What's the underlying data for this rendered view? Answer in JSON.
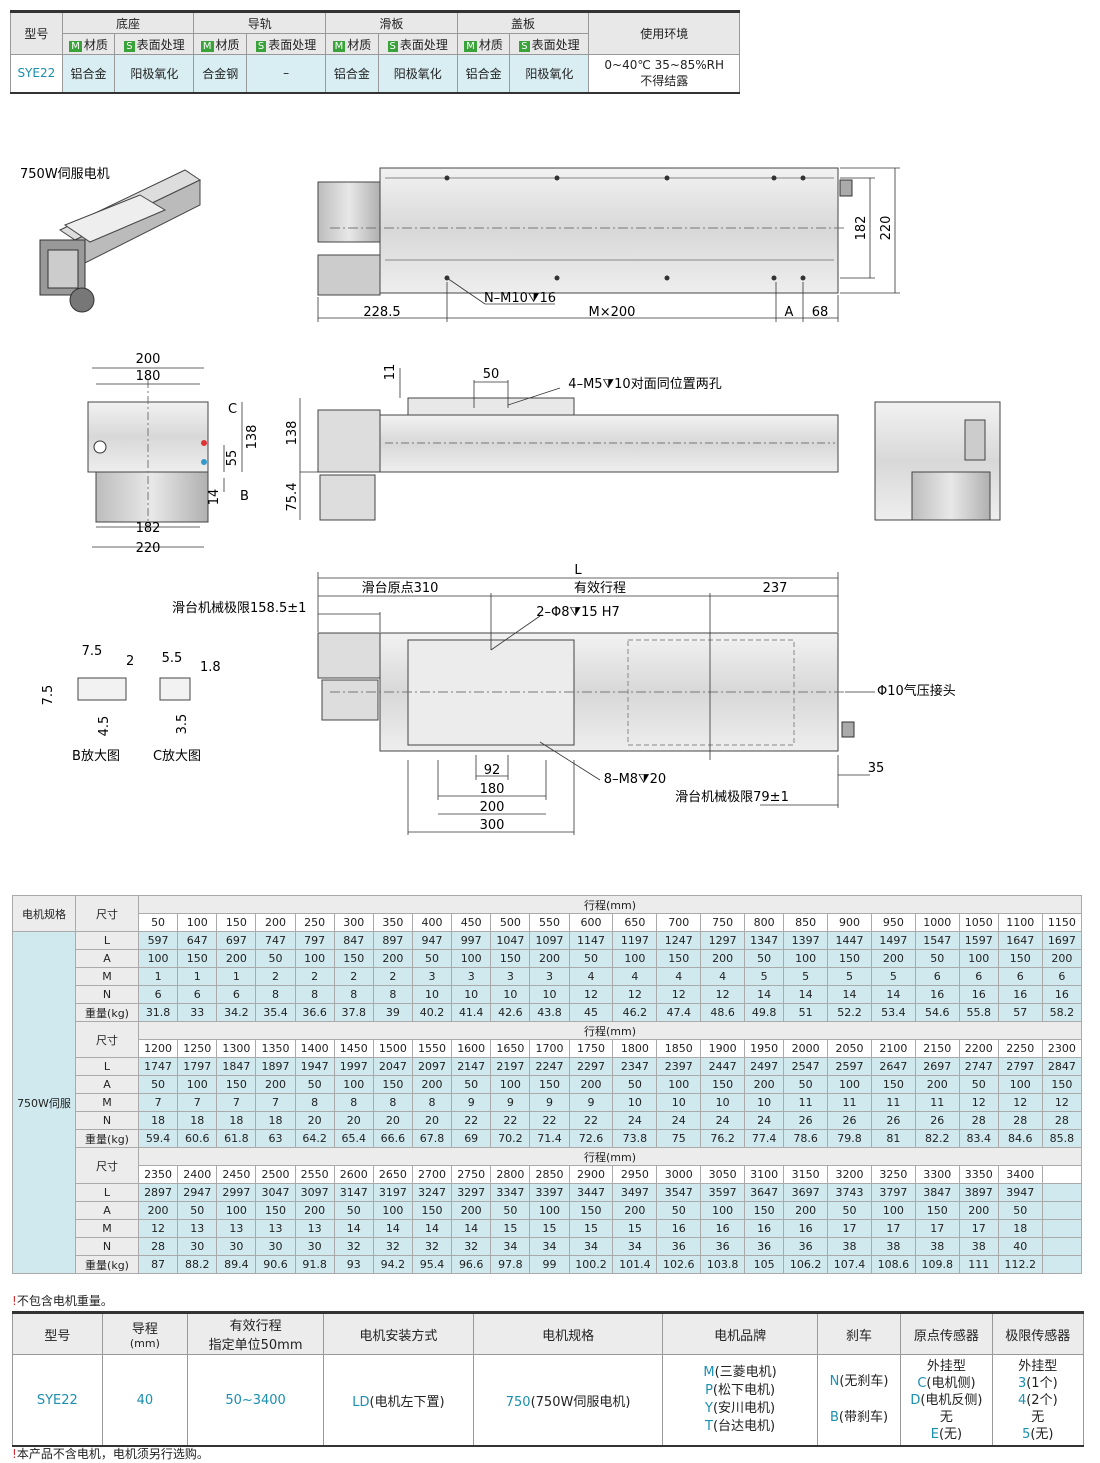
{
  "material_table": {
    "header": {
      "model": "型号",
      "base": "底座",
      "rail": "导轨",
      "slider": "滑板",
      "cover": "盖板",
      "env": "使用环境"
    },
    "sub": {
      "m": "M",
      "s": "S",
      "material": "材质",
      "surface": "表面处理"
    },
    "row": {
      "model": "SYE22",
      "base_mat": "铝合金",
      "base_surf": "阳极氧化",
      "rail_mat": "合金钢",
      "rail_surf": "–",
      "slider_mat": "铝合金",
      "slider_surf": "阳极氧化",
      "cover_mat": "铝合金",
      "cover_surf": "阳极氧化",
      "env_line1": "0~40℃ 35~85%RH",
      "env_line2": "不得结露"
    }
  },
  "drawing": {
    "motor_label": "750W伺服电机",
    "top_dims": {
      "d1": "228.5",
      "d2": "M×200",
      "d3": "A",
      "d4": "68",
      "holes": "N–M10⧩16",
      "h182": "182",
      "h220": "220"
    },
    "side_dims": {
      "w200": "200",
      "w180": "180",
      "c": "C",
      "b": "B",
      "h138": "138",
      "h55": "55",
      "h14": "14",
      "w182": "182",
      "w220": "220",
      "h11": "11",
      "w50": "50",
      "holes": "4–M5⧩10对面同位置两孔",
      "h138b": "138",
      "h754": "75.4"
    },
    "bottom_dims": {
      "L": "L",
      "origin": "滑台原点310",
      "stroke": "有效行程",
      "d237": "237",
      "limit1": "滑台机械极限158.5±1",
      "pin": "2–Φ8⧩15 H7",
      "air": "Φ10气压接头",
      "d35": "35",
      "d92": "92",
      "d180": "180",
      "d200": "200",
      "d300": "300",
      "holes8": "8–M8⧩20",
      "limit2": "滑台机械极限79±1"
    },
    "detail": {
      "b75": "7.5",
      "b2": "2",
      "b75v": "7.5",
      "b45": "4.5",
      "bcap": "B放大图",
      "c55": "5.5",
      "c18": "1.8",
      "c35": "3.5",
      "ccap": "C放大图"
    }
  },
  "dim_table": {
    "col_motor": "电机规格",
    "col_size": "尺寸",
    "stroke_label": "行程(mm)",
    "motor": "750W伺服",
    "row_labels": [
      "L",
      "A",
      "M",
      "N",
      "重量(kg)"
    ],
    "blocks": [
      {
        "strokes": [
          "50",
          "100",
          "150",
          "200",
          "250",
          "300",
          "350",
          "400",
          "450",
          "500",
          "550",
          "600",
          "650",
          "700",
          "750",
          "800",
          "850",
          "900",
          "950",
          "1000",
          "1050",
          "1100",
          "1150"
        ],
        "L": [
          "597",
          "647",
          "697",
          "747",
          "797",
          "847",
          "897",
          "947",
          "997",
          "1047",
          "1097",
          "1147",
          "1197",
          "1247",
          "1297",
          "1347",
          "1397",
          "1447",
          "1497",
          "1547",
          "1597",
          "1647",
          "1697"
        ],
        "A": [
          "100",
          "150",
          "200",
          "50",
          "100",
          "150",
          "200",
          "50",
          "100",
          "150",
          "200",
          "50",
          "100",
          "150",
          "200",
          "50",
          "100",
          "150",
          "200",
          "50",
          "100",
          "150",
          "200"
        ],
        "M": [
          "1",
          "1",
          "1",
          "2",
          "2",
          "2",
          "2",
          "3",
          "3",
          "3",
          "3",
          "4",
          "4",
          "4",
          "4",
          "5",
          "5",
          "5",
          "5",
          "6",
          "6",
          "6",
          "6"
        ],
        "N": [
          "6",
          "6",
          "6",
          "8",
          "8",
          "8",
          "8",
          "10",
          "10",
          "10",
          "10",
          "12",
          "12",
          "12",
          "12",
          "14",
          "14",
          "14",
          "14",
          "16",
          "16",
          "16",
          "16"
        ],
        "W": [
          "31.8",
          "33",
          "34.2",
          "35.4",
          "36.6",
          "37.8",
          "39",
          "40.2",
          "41.4",
          "42.6",
          "43.8",
          "45",
          "46.2",
          "47.4",
          "48.6",
          "49.8",
          "51",
          "52.2",
          "53.4",
          "54.6",
          "55.8",
          "57",
          "58.2"
        ]
      },
      {
        "strokes": [
          "1200",
          "1250",
          "1300",
          "1350",
          "1400",
          "1450",
          "1500",
          "1550",
          "1600",
          "1650",
          "1700",
          "1750",
          "1800",
          "1850",
          "1900",
          "1950",
          "2000",
          "2050",
          "2100",
          "2150",
          "2200",
          "2250",
          "2300"
        ],
        "L": [
          "1747",
          "1797",
          "1847",
          "1897",
          "1947",
          "1997",
          "2047",
          "2097",
          "2147",
          "2197",
          "2247",
          "2297",
          "2347",
          "2397",
          "2447",
          "2497",
          "2547",
          "2597",
          "2647",
          "2697",
          "2747",
          "2797",
          "2847"
        ],
        "A": [
          "50",
          "100",
          "150",
          "200",
          "50",
          "100",
          "150",
          "200",
          "50",
          "100",
          "150",
          "200",
          "50",
          "100",
          "150",
          "200",
          "50",
          "100",
          "150",
          "200",
          "50",
          "100",
          "150"
        ],
        "M": [
          "7",
          "7",
          "7",
          "7",
          "8",
          "8",
          "8",
          "8",
          "9",
          "9",
          "9",
          "9",
          "10",
          "10",
          "10",
          "10",
          "11",
          "11",
          "11",
          "11",
          "12",
          "12",
          "12"
        ],
        "N": [
          "18",
          "18",
          "18",
          "18",
          "20",
          "20",
          "20",
          "20",
          "22",
          "22",
          "22",
          "22",
          "24",
          "24",
          "24",
          "24",
          "26",
          "26",
          "26",
          "26",
          "28",
          "28",
          "28"
        ],
        "W": [
          "59.4",
          "60.6",
          "61.8",
          "63",
          "64.2",
          "65.4",
          "66.6",
          "67.8",
          "69",
          "70.2",
          "71.4",
          "72.6",
          "73.8",
          "75",
          "76.2",
          "77.4",
          "78.6",
          "79.8",
          "81",
          "82.2",
          "83.4",
          "84.6",
          "85.8"
        ]
      },
      {
        "strokes": [
          "2350",
          "2400",
          "2450",
          "2500",
          "2550",
          "2600",
          "2650",
          "2700",
          "2750",
          "2800",
          "2850",
          "2900",
          "2950",
          "3000",
          "3050",
          "3100",
          "3150",
          "3200",
          "3250",
          "3300",
          "3350",
          "3400"
        ],
        "L": [
          "2897",
          "2947",
          "2997",
          "3047",
          "3097",
          "3147",
          "3197",
          "3247",
          "3297",
          "3347",
          "3397",
          "3447",
          "3497",
          "3547",
          "3597",
          "3647",
          "3697",
          "3743",
          "3797",
          "3847",
          "3897",
          "3947"
        ],
        "A": [
          "200",
          "50",
          "100",
          "150",
          "200",
          "50",
          "100",
          "150",
          "200",
          "50",
          "100",
          "150",
          "200",
          "50",
          "100",
          "150",
          "200",
          "50",
          "100",
          "150",
          "200",
          "50"
        ],
        "M": [
          "12",
          "13",
          "13",
          "13",
          "13",
          "14",
          "14",
          "14",
          "14",
          "15",
          "15",
          "15",
          "15",
          "16",
          "16",
          "16",
          "16",
          "17",
          "17",
          "17",
          "17",
          "18"
        ],
        "N": [
          "28",
          "30",
          "30",
          "30",
          "30",
          "32",
          "32",
          "32",
          "32",
          "34",
          "34",
          "34",
          "34",
          "36",
          "36",
          "36",
          "36",
          "38",
          "38",
          "38",
          "38",
          "40"
        ],
        "W": [
          "87",
          "88.2",
          "89.4",
          "90.6",
          "91.8",
          "93",
          "94.2",
          "95.4",
          "96.6",
          "97.8",
          "99",
          "100.2",
          "101.4",
          "102.6",
          "103.8",
          "105",
          "106.2",
          "107.4",
          "108.6",
          "109.8",
          "111",
          "112.2"
        ]
      }
    ],
    "note": "不包含电机重量。",
    "note_icon": "!"
  },
  "order_table": {
    "headers": {
      "model": "型号",
      "lead": "导程",
      "lead_unit": "(mm)",
      "stroke": "有效行程",
      "stroke2": "指定单位50mm",
      "mount": "电机安装方式",
      "spec": "电机规格",
      "brand": "电机品牌",
      "brake": "刹车",
      "origin": "原点传感器",
      "limit": "极限传感器"
    },
    "row": {
      "model": "SYE22",
      "lead": "40",
      "stroke": "50~3400",
      "mount_code": "LD",
      "mount_text": "(电机左下置)",
      "spec_code": "750",
      "spec_text": "(750W伺服电机)",
      "brands": [
        {
          "code": "M",
          "text": "(三菱电机)"
        },
        {
          "code": "P",
          "text": "(松下电机)"
        },
        {
          "code": "Y",
          "text": "(安川电机)"
        },
        {
          "code": "T",
          "text": "(台达电机)"
        }
      ],
      "brakes": [
        {
          "code": "N",
          "text": "(无刹车)"
        },
        {
          "code": "B",
          "text": "(带刹车)"
        }
      ],
      "origin": {
        "l1": "外挂型",
        "c1": "C",
        "t1": "(电机侧)",
        "c2": "D",
        "t2": "(电机反侧)",
        "l2": "无",
        "c3": "E",
        "t3": "(无)"
      },
      "limit": {
        "l1": "外挂型",
        "c1": "3",
        "t1": "(1个)",
        "c2": "4",
        "t2": "(2个)",
        "l2": "无",
        "c3": "5",
        "t3": "(无)"
      }
    },
    "note": "本产品不含电机，电机须另行选购。"
  }
}
